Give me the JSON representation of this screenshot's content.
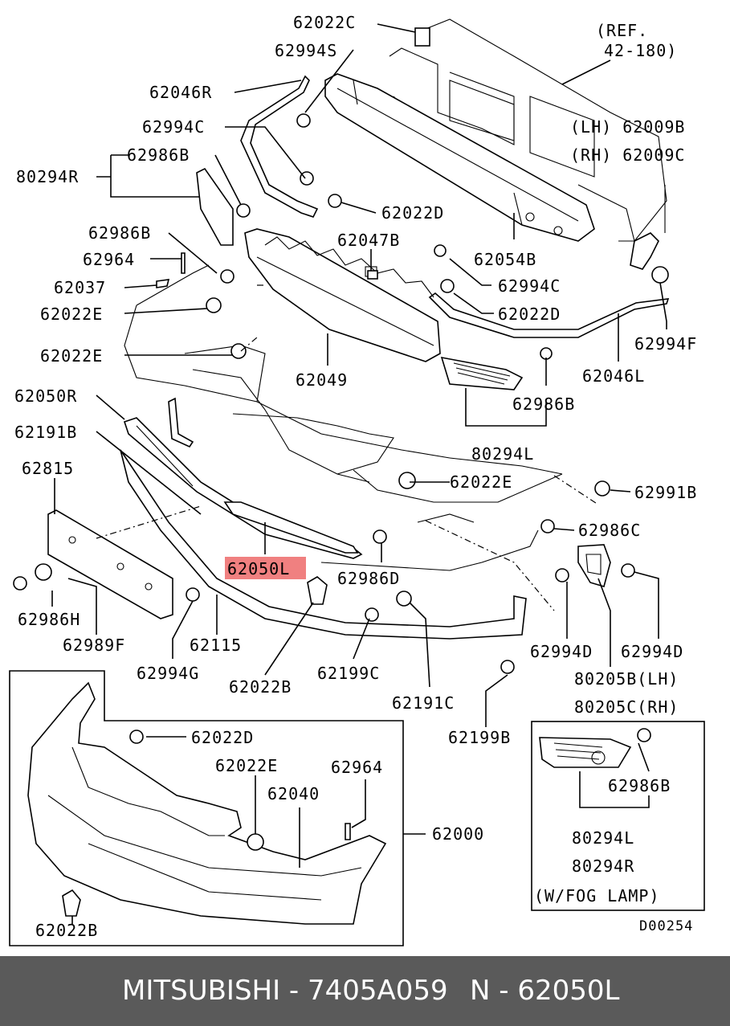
{
  "footer": {
    "brand_part": "MITSUBISHI - 7405A059",
    "ref": "N - 62050L"
  },
  "diagram_code": "D00254",
  "highlight": {
    "label": "62050L",
    "color": "#f08080"
  },
  "labels": {
    "p62022C": "62022C",
    "ref1": "(REF.",
    "ref2": "42-180)",
    "p62994S": "62994S",
    "p62046R": "62046R",
    "p62994C_a": "62994C",
    "lh62009B": "(LH) 62009B",
    "rh62009C": "(RH) 62009C",
    "p62986B_a": "62986B",
    "p80294R_a": "80294R",
    "p62022D_a": "62022D",
    "p62986B_b": "62986B",
    "p62047B": "62047B",
    "p62054B": "62054B",
    "p62964_a": "62964",
    "p62994C_b": "62994C",
    "p62037": "62037",
    "p62022D_b": "62022D",
    "p62022E_a": "62022E",
    "p62994F": "62994F",
    "p62022E_b": "62022E",
    "p62049": "62049",
    "p62046L": "62046L",
    "p62050R": "62050R",
    "p62986B_c": "62986B",
    "p62191B": "62191B",
    "p80294L_a": "80294L",
    "p62815": "62815",
    "p62022E_c": "62022E",
    "p62991B": "62991B",
    "p62986C": "62986C",
    "p62986D": "62986D",
    "p62986H": "62986H",
    "p62989F": "62989F",
    "p62115": "62115",
    "p62994D_a": "62994D",
    "p62994D_b": "62994D",
    "p62994G": "62994G",
    "p62022B_a": "62022B",
    "p62199C": "62199C",
    "p80205B": "80205B(LH)",
    "p80205C": "80205C(RH)",
    "p62191C": "62191C",
    "p62022D_c": "62022D",
    "p62199B": "62199B",
    "p62022E_d": "62022E",
    "p62964_b": "62964",
    "p62040": "62040",
    "p62000": "62000",
    "p62986B_d": "62986B",
    "p80294L_b": "80294L",
    "p80294R_b": "80294R",
    "fog": "(W/FOG LAMP)",
    "p62022B_b": "62022B"
  }
}
